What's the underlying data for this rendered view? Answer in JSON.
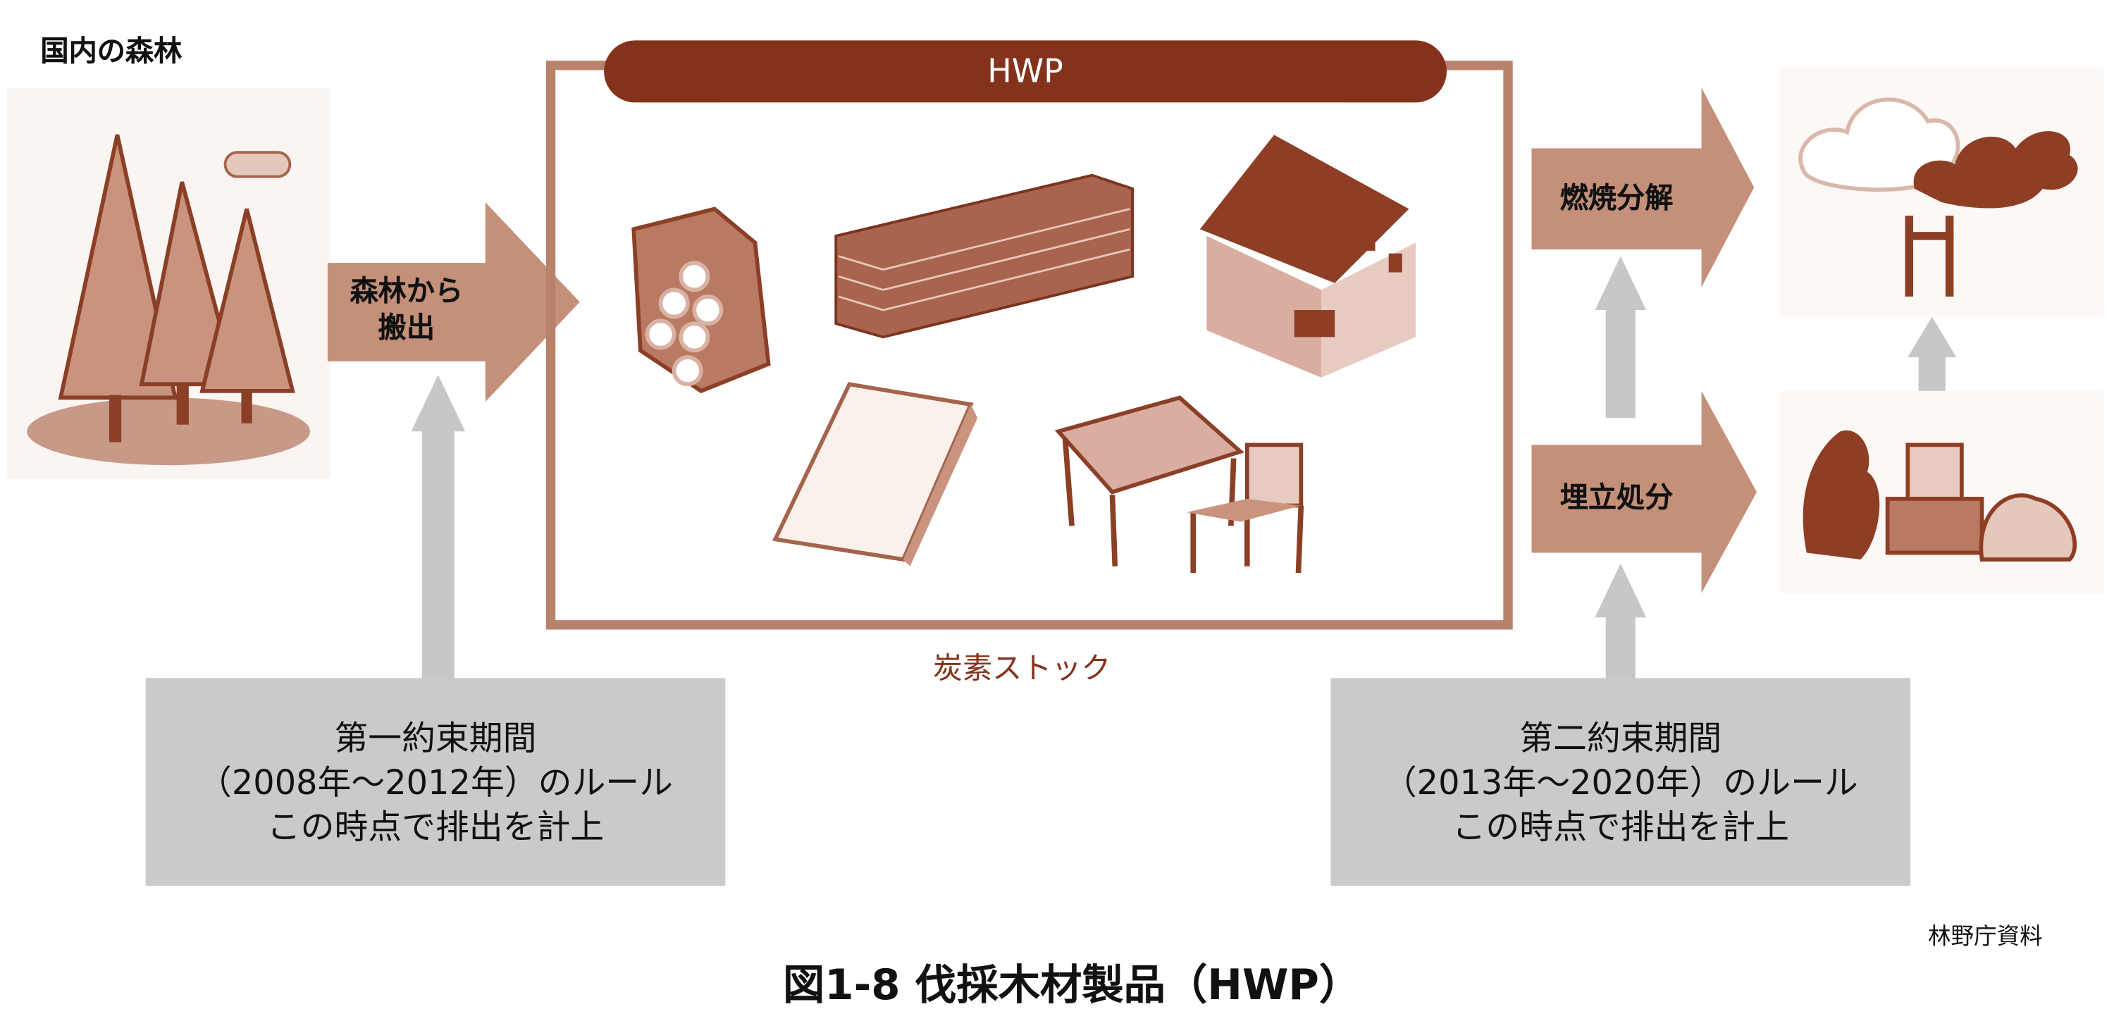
{
  "forest_label": "国内の森林",
  "hwp_label": "HWP",
  "carbon_stock_label": "炭素ストック",
  "arrows": {
    "harvest": [
      "森林から",
      "搬出"
    ],
    "combustion": "燃焼分解",
    "landfill": "埋立処分"
  },
  "rule_boxes": [
    {
      "lines": [
        "第一約束期間",
        "（2008年〜2012年）のルール",
        "この時点で排出を計上"
      ]
    },
    {
      "lines": [
        "第二約束期間",
        "（2013年〜2020年）のルール",
        "この時点で排出を計上"
      ]
    }
  ],
  "source": "林野庁資料",
  "caption": "図1-8  伐採木材製品（HWP）",
  "colors": {
    "brown_dark": "#84321b",
    "brown_frame": "#b9826d",
    "arrow_brown": "#c4907a",
    "gray": "#c9cacc"
  }
}
